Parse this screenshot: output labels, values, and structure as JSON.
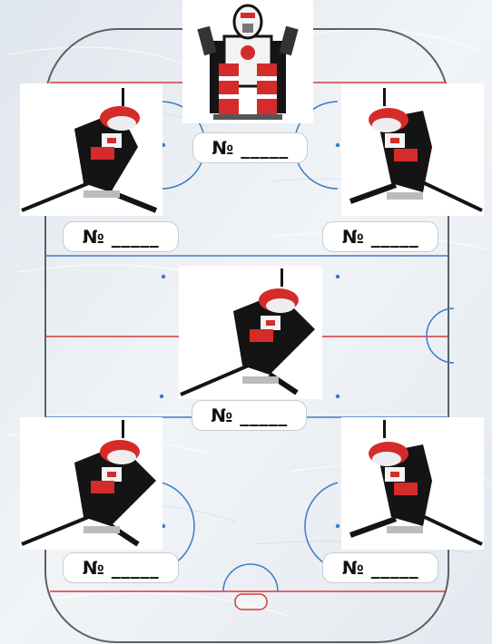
{
  "plate_text": "№ _____",
  "positions": [
    {
      "id": "goalie",
      "role": "goalie"
    },
    {
      "id": "left-defense",
      "role": "skater"
    },
    {
      "id": "right-defense",
      "role": "skater"
    },
    {
      "id": "center",
      "role": "skater"
    },
    {
      "id": "left-wing",
      "role": "skater"
    },
    {
      "id": "right-wing",
      "role": "skater"
    }
  ],
  "colors": {
    "ice": "#e9eef3",
    "board": "#5c6168",
    "red_line": "#d63a3a",
    "blue_line": "#3a7cc8",
    "jersey_red": "#d52b2b",
    "jersey_black": "#141414"
  },
  "icons": {
    "skater": "hockey-skater-icon",
    "goalie": "hockey-goalie-icon"
  }
}
